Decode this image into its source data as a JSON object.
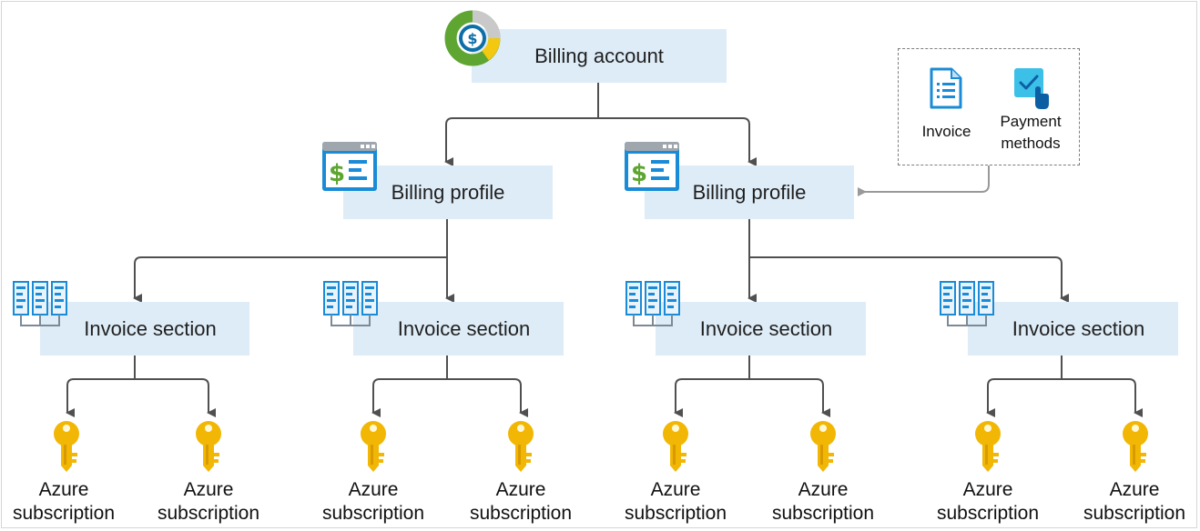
{
  "diagram": {
    "billing_account": {
      "label": "Billing account",
      "icon": "billing-account-donut-icon"
    },
    "billing_profiles": [
      {
        "label": "Billing profile",
        "icon": "billing-profile-dollar-window-icon"
      },
      {
        "label": "Billing profile",
        "icon": "billing-profile-dollar-window-icon"
      }
    ],
    "invoice_sections": [
      {
        "label": "Invoice section",
        "icon": "invoice-section-grid-icon"
      },
      {
        "label": "Invoice section",
        "icon": "invoice-section-grid-icon"
      },
      {
        "label": "Invoice section",
        "icon": "invoice-section-grid-icon"
      },
      {
        "label": "Invoice section",
        "icon": "invoice-section-grid-icon"
      }
    ],
    "subscriptions": [
      {
        "line1": "Azure",
        "line2": "subscription",
        "icon": "key-icon"
      },
      {
        "line1": "Azure",
        "line2": "subscription",
        "icon": "key-icon"
      },
      {
        "line1": "Azure",
        "line2": "subscription",
        "icon": "key-icon"
      },
      {
        "line1": "Azure",
        "line2": "subscription",
        "icon": "key-icon"
      },
      {
        "line1": "Azure",
        "line2": "subscription",
        "icon": "key-icon"
      },
      {
        "line1": "Azure",
        "line2": "subscription",
        "icon": "key-icon"
      },
      {
        "line1": "Azure",
        "line2": "subscription",
        "icon": "key-icon"
      },
      {
        "line1": "Azure",
        "line2": "subscription",
        "icon": "key-icon"
      }
    ],
    "legend": {
      "invoice_label": "Invoice",
      "payment_line1": "Payment",
      "payment_line2": "methods",
      "invoice_icon": "invoice-document-icon",
      "payment_icon": "payment-methods-icon"
    }
  },
  "colors": {
    "box_fill": "#deecf7",
    "connector": "#505050",
    "key_gold": "#f2b705",
    "accent_blue": "#1a8bd6",
    "dollar_green": "#5ea532"
  }
}
